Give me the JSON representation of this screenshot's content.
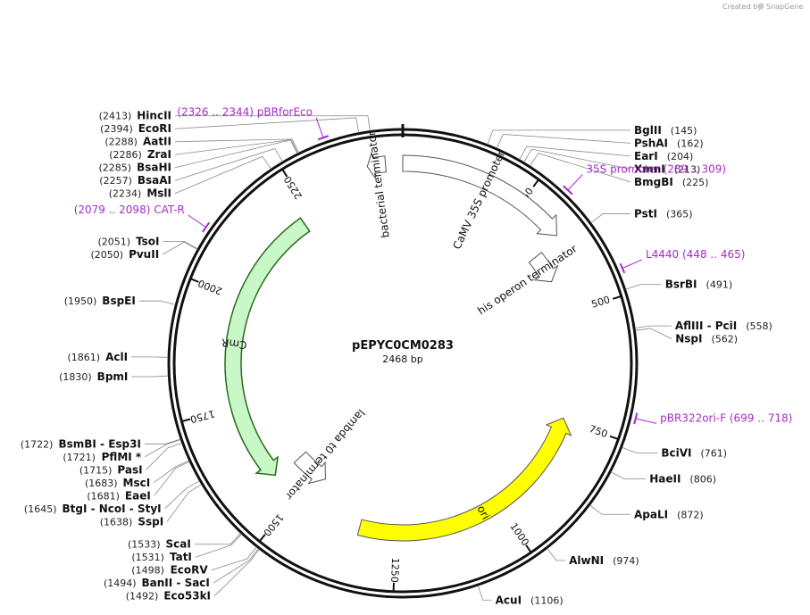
{
  "credit": {
    "created_by": "Created by",
    "brand": "SnapGene"
  },
  "plasmid": {
    "name": "pEPYC0CM0283",
    "length_label": "2468 bp",
    "length": 2468
  },
  "colors": {
    "primer": "#a52cc9",
    "cmr": "#c8f7c8",
    "ori": "#ffff00"
  },
  "ticks": [
    {
      "bp": 250,
      "label": "250"
    },
    {
      "bp": 500,
      "label": "500"
    },
    {
      "bp": 750,
      "label": "750"
    },
    {
      "bp": 1000,
      "label": "1000"
    },
    {
      "bp": 1250,
      "label": "1250"
    },
    {
      "bp": 1500,
      "label": "1500"
    },
    {
      "bp": 1750,
      "label": "1750"
    },
    {
      "bp": 2000,
      "label": "2000"
    },
    {
      "bp": 2250,
      "label": "2250"
    }
  ],
  "sites": [
    {
      "name": "HincII",
      "pos": "(2413)",
      "bp": 2413
    },
    {
      "name": "EcoRI",
      "pos": "(2394)",
      "bp": 2394
    },
    {
      "name": "AatII",
      "pos": "(2288)",
      "bp": 2288
    },
    {
      "name": "ZraI",
      "pos": "(2286)",
      "bp": 2286
    },
    {
      "name": "BsaHI",
      "pos": "(2285)",
      "bp": 2285
    },
    {
      "name": "BsaAI",
      "pos": "(2257)",
      "bp": 2257
    },
    {
      "name": "MslI",
      "pos": "(2234)",
      "bp": 2234
    },
    {
      "name": "TsoI",
      "pos": "(2051)",
      "bp": 2051
    },
    {
      "name": "PvuII",
      "pos": "(2050)",
      "bp": 2050
    },
    {
      "name": "BspEI",
      "pos": "(1950)",
      "bp": 1950
    },
    {
      "name": "AclI",
      "pos": "(1861)",
      "bp": 1861
    },
    {
      "name": "BpmI",
      "pos": "(1830)",
      "bp": 1830
    },
    {
      "name": "BsmBI - Esp3I",
      "pos": "(1722)",
      "bp": 1722
    },
    {
      "name": "PflMI *",
      "pos": "(1721)",
      "bp": 1721
    },
    {
      "name": "PasI",
      "pos": "(1715)",
      "bp": 1715
    },
    {
      "name": "MscI",
      "pos": "(1683)",
      "bp": 1683
    },
    {
      "name": "EaeI",
      "pos": "(1681)",
      "bp": 1681
    },
    {
      "name": "BtgI - NcoI - StyI",
      "pos": "(1645)",
      "bp": 1645
    },
    {
      "name": "SspI",
      "pos": "(1638)",
      "bp": 1638
    },
    {
      "name": "ScaI",
      "pos": "(1533)",
      "bp": 1533
    },
    {
      "name": "TatI",
      "pos": "(1531)",
      "bp": 1531
    },
    {
      "name": "EcoRV",
      "pos": "(1498)",
      "bp": 1498
    },
    {
      "name": "BanII - SacI",
      "pos": "(1494)",
      "bp": 1494
    },
    {
      "name": "Eco53kI",
      "pos": "(1492)",
      "bp": 1492
    },
    {
      "name": "BglII",
      "pos": "(145)",
      "bp": 145
    },
    {
      "name": "PshAI",
      "pos": "(162)",
      "bp": 162
    },
    {
      "name": "EarI",
      "pos": "(204)",
      "bp": 204
    },
    {
      "name": "XmnI",
      "pos": "(213)",
      "bp": 213
    },
    {
      "name": "BmgBI",
      "pos": "(225)",
      "bp": 225
    },
    {
      "name": "PstI",
      "pos": "(365)",
      "bp": 365
    },
    {
      "name": "BsrBI",
      "pos": "(491)",
      "bp": 491
    },
    {
      "name": "AflIII - PciI",
      "pos": "(558)",
      "bp": 558
    },
    {
      "name": "NspI",
      "pos": "(562)",
      "bp": 562
    },
    {
      "name": "BciVI",
      "pos": "(761)",
      "bp": 761
    },
    {
      "name": "HaeII",
      "pos": "(806)",
      "bp": 806
    },
    {
      "name": "ApaLI",
      "pos": "(872)",
      "bp": 872
    },
    {
      "name": "AlwNI",
      "pos": "(974)",
      "bp": 974
    },
    {
      "name": "AcuI",
      "pos": "(1106)",
      "bp": 1106
    }
  ],
  "primers": [
    {
      "name": "pBRforEco",
      "range": "(2326 .. 2344)",
      "start": 2326,
      "end": 2344
    },
    {
      "name": "CAT-R",
      "range": "(2079 .. 2098)",
      "start": 2079,
      "end": 2098
    },
    {
      "name": "35S promoter",
      "range": "(289 .. 309)",
      "start": 289,
      "end": 309
    },
    {
      "name": "L4440",
      "range": "(448 .. 465)",
      "start": 448,
      "end": 465
    },
    {
      "name": "pBR322ori-F",
      "range": "(699 .. 718)",
      "start": 699,
      "end": 718
    }
  ],
  "features": [
    {
      "name": "bacterial terminator",
      "start": 2434,
      "end": 2398,
      "color": "#ffffff"
    },
    {
      "name": "CaMV 35S promoter",
      "start": 0,
      "end": 345,
      "color": "#ffffff"
    },
    {
      "name": "his operon terminator",
      "start": 352,
      "end": 420,
      "color": "#ffffff"
    },
    {
      "name": "CmR",
      "start": 2227,
      "end": 1568,
      "color": "#c8f7c8"
    },
    {
      "name": "lambda t0 terminator",
      "start": 1560,
      "end": 1465,
      "color": "#ffffff"
    },
    {
      "name": "ori",
      "start": 1335,
      "end": 746,
      "color": "#ffff00"
    }
  ]
}
